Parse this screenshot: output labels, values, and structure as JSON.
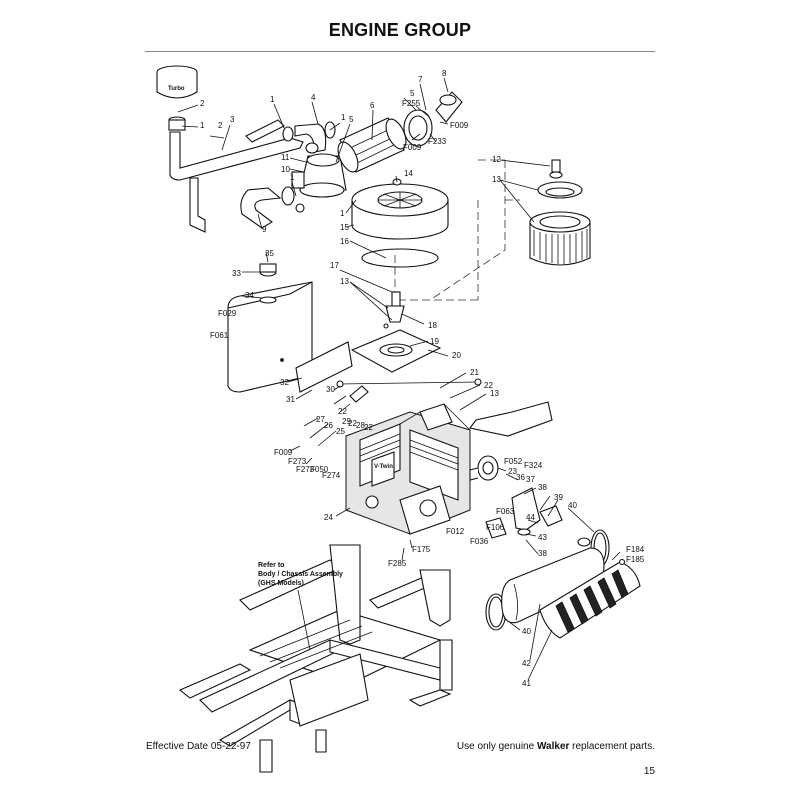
{
  "title": "ENGINE GROUP",
  "note_lines": [
    "Refer to",
    "Body / Chassis Assembly",
    "(GHS Models)"
  ],
  "footer": {
    "effective": "Effective Date 05-22-97",
    "parts_pre": "Use only genuine ",
    "parts_brand": "Walker",
    "parts_post": " replacement parts.",
    "page": "15"
  },
  "callouts": {
    "c1": "1",
    "c2": "2",
    "c3": "3",
    "c4": "4",
    "c5": "5",
    "c6": "6",
    "c7": "7",
    "c8": "8",
    "c9": "9",
    "c10": "10",
    "c11": "11",
    "c12": "12",
    "c13": "13",
    "c14": "14",
    "c15": "15",
    "c16": "16",
    "c17": "17",
    "c18": "18",
    "c19": "19",
    "c20": "20",
    "c21": "21",
    "c22": "22",
    "c23": "23",
    "c24": "24",
    "c25": "25",
    "c26": "26",
    "c27": "27",
    "c28": "28",
    "c29": "29",
    "c30": "30",
    "c31": "31",
    "c32": "32",
    "c33": "33",
    "c34": "34",
    "c35": "35",
    "c36": "36",
    "c37": "37",
    "c38": "38",
    "c39": "39",
    "c40": "40",
    "c41": "41",
    "c42": "42",
    "c43": "43",
    "c44": "44",
    "F009": "F009",
    "F012": "F012",
    "F029": "F029",
    "F036": "F036",
    "F050": "F050",
    "F052": "F052",
    "F061": "F061",
    "F063": "F063",
    "F106": "F106",
    "F175": "F175",
    "F184": "F184",
    "F185": "F185",
    "F233": "F233",
    "F255": "F255",
    "F273": "F273",
    "F274": "F274",
    "F285": "F285",
    "F324": "F324"
  }
}
